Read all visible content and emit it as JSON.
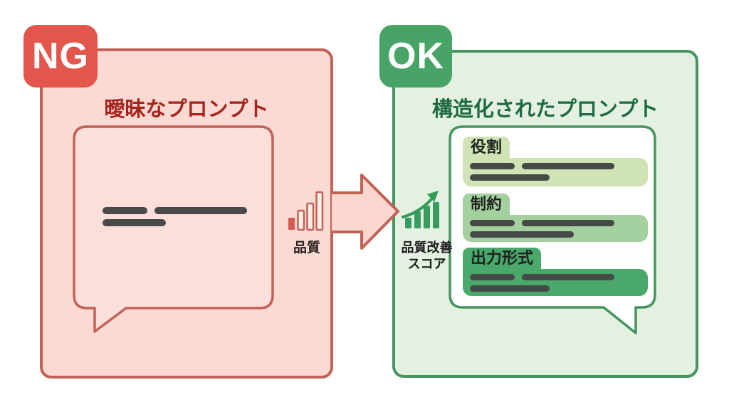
{
  "left_panel": {
    "badge": "NG",
    "title": "曖昧なプロンプト",
    "speech_bubble": {
      "content": "placeholder-text-lines"
    },
    "quality_meter": {
      "label": "品質",
      "icon": "bar-chart-icon",
      "bars_total": 4,
      "bars_filled": 1,
      "bar_heights": [
        17,
        27,
        37,
        52
      ]
    }
  },
  "right_panel": {
    "badge": "OK",
    "title": "構造化されたプロンプト",
    "blocks": [
      {
        "label": "役割"
      },
      {
        "label": "制約"
      },
      {
        "label": "出力形式"
      }
    ],
    "improvement_chart": {
      "label_line1": "品質改善",
      "label_line2": "スコア",
      "icon": "growth-chart-icon",
      "bar_heights": [
        15,
        24,
        32,
        37
      ],
      "trend": "up"
    }
  },
  "arrow": {
    "direction": "right",
    "meaning": "transformation"
  },
  "colors": {
    "ng_badge": "#e2564c",
    "ng_panel_fill": "#fcdad4",
    "ng_border": "#c26257",
    "ng_title": "#a6241c",
    "ng_bar_solid": "#d85a4e",
    "ok_badge": "#48a466",
    "ok_panel_fill": "#e4f0e2",
    "ok_border": "#46945f",
    "ok_title": "#1d6b40",
    "block_role_fill": "#cfe3b4",
    "block_constraint_fill": "#a4cf9e",
    "block_output_fill": "#49a86a",
    "ok_bar_fill": "#389c5f",
    "placeholder_line": "#4a4a4a",
    "bubble_left_fill": "#fddfda",
    "bubble_right_fill": "#ffffff"
  }
}
